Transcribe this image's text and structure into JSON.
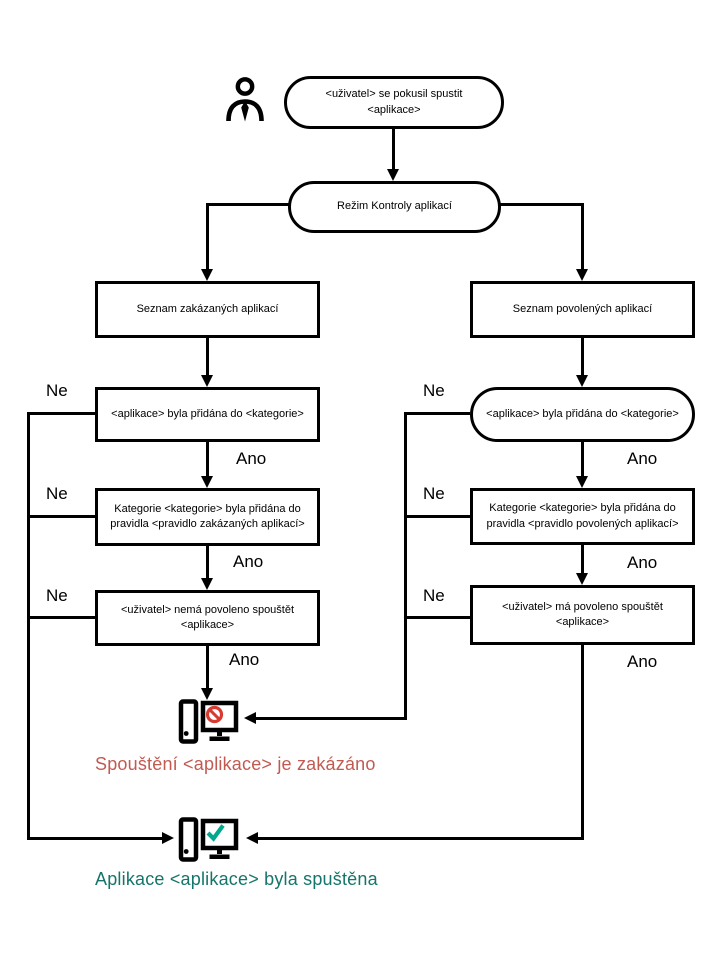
{
  "flowchart": {
    "nodes": {
      "start": "<uživatel> se pokusil spustit <aplikace>",
      "mode": "Režim Kontroly aplikací",
      "denylist": "Seznam zakázaných aplikací",
      "allowlist": "Seznam povolených aplikací",
      "deny_category": "<aplikace> byla přidána do <kategorie>",
      "allow_category": "<aplikace> byla přidána do <kategorie>",
      "deny_rule": "Kategorie <kategorie> byla přidána do pravidla <pravidlo zakázaných aplikací>",
      "allow_rule": "Kategorie <kategorie> byla přidána do pravidla <pravidlo povolených aplikací>",
      "deny_user": "<uživatel> nemá povoleno spouštět <aplikace>",
      "allow_user": "<uživatel> má povoleno spouštět <aplikace>"
    },
    "branch_labels": {
      "no": "Ne",
      "yes": "Ano"
    },
    "outcomes": {
      "blocked": "Spouštění <aplikace> je zakázáno",
      "started": "Aplikace <aplikace> byla spuštěna"
    },
    "colors": {
      "connector": "#000000",
      "blocked_text": "#c25a52",
      "blocked_symbol": "#d63a31",
      "started_text": "#15756b",
      "started_symbol": "#00a88e"
    },
    "icons": [
      "user-icon",
      "computer-blocked-icon",
      "computer-allowed-icon"
    ]
  }
}
